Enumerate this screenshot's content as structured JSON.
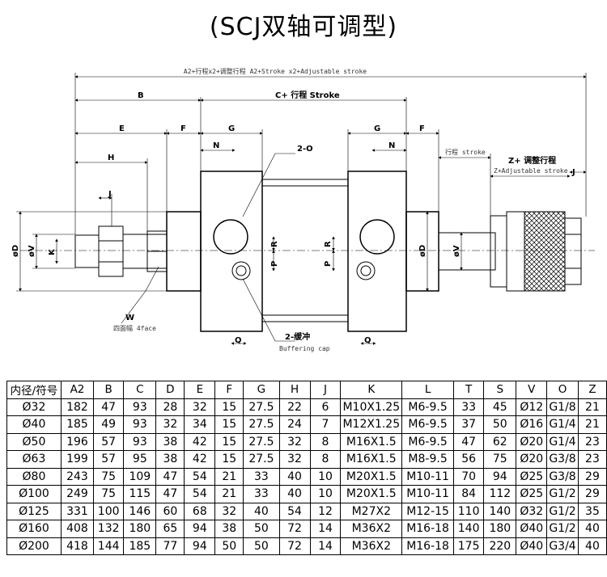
{
  "title": "(SCJ双轴可调型)",
  "drawing": {
    "overall_label": "A2+行程x2+调整行程 A2+Stroke x2+Adjustable stroke",
    "labels": {
      "B": "B",
      "C": "C+ 行程 Stroke",
      "E": "E",
      "F": "F",
      "G": "G",
      "H": "H",
      "J": "J",
      "N": "N",
      "K": "K",
      "V": "øV",
      "D": "øD",
      "P": "P",
      "R": "R",
      "Q": "Q",
      "W": "W",
      "O": "2-O",
      "stroke": "行程 stroke",
      "Z1": "Z+ 调整行程",
      "Z2": "Z+Adjustable stroke",
      "cushion": "2-缓冲",
      "cushion_en": "Buffering cap",
      "face": "四面幅 4face"
    }
  },
  "table": {
    "headers": [
      "内径/符号",
      "A2",
      "B",
      "C",
      "D",
      "E",
      "F",
      "G",
      "H",
      "J",
      "K",
      "L",
      "T",
      "S",
      "V",
      "O",
      "Z"
    ],
    "rows": [
      [
        "Ø32",
        "182",
        "47",
        "93",
        "28",
        "32",
        "15",
        "27.5",
        "22",
        "6",
        "M10X1.25",
        "M6-9.5",
        "33",
        "45",
        "Ø12",
        "G1/8",
        "21"
      ],
      [
        "Ø40",
        "185",
        "49",
        "93",
        "32",
        "34",
        "15",
        "27.5",
        "24",
        "7",
        "M12X1.25",
        "M6-9.5",
        "37",
        "50",
        "Ø16",
        "G1/4",
        "21"
      ],
      [
        "Ø50",
        "196",
        "57",
        "93",
        "38",
        "42",
        "15",
        "27.5",
        "32",
        "8",
        "M16X1.5",
        "M6-9.5",
        "47",
        "62",
        "Ø20",
        "G1/4",
        "23"
      ],
      [
        "Ø63",
        "199",
        "57",
        "95",
        "38",
        "42",
        "15",
        "27.5",
        "32",
        "8",
        "M16X1.5",
        "M8-9.5",
        "56",
        "75",
        "Ø20",
        "G3/8",
        "23"
      ],
      [
        "Ø80",
        "243",
        "75",
        "109",
        "47",
        "54",
        "21",
        "33",
        "40",
        "10",
        "M20X1.5",
        "M10-11",
        "70",
        "94",
        "Ø25",
        "G3/8",
        "29"
      ],
      [
        "Ø100",
        "249",
        "75",
        "115",
        "47",
        "54",
        "21",
        "33",
        "40",
        "10",
        "M20X1.5",
        "M10-11",
        "84",
        "112",
        "Ø25",
        "G1/2",
        "29"
      ],
      [
        "Ø125",
        "331",
        "100",
        "146",
        "60",
        "68",
        "32",
        "40",
        "54",
        "12",
        "M27X2",
        "M12-15",
        "110",
        "140",
        "Ø32",
        "G1/2",
        "35"
      ],
      [
        "Ø160",
        "408",
        "132",
        "180",
        "65",
        "94",
        "38",
        "50",
        "72",
        "14",
        "M36X2",
        "M16-18",
        "140",
        "180",
        "Ø40",
        "G1/2",
        "40"
      ],
      [
        "Ø200",
        "418",
        "144",
        "185",
        "77",
        "94",
        "50",
        "50",
        "72",
        "14",
        "M36X2",
        "M16-18",
        "175",
        "220",
        "Ø40",
        "G3/4",
        "40"
      ]
    ]
  }
}
